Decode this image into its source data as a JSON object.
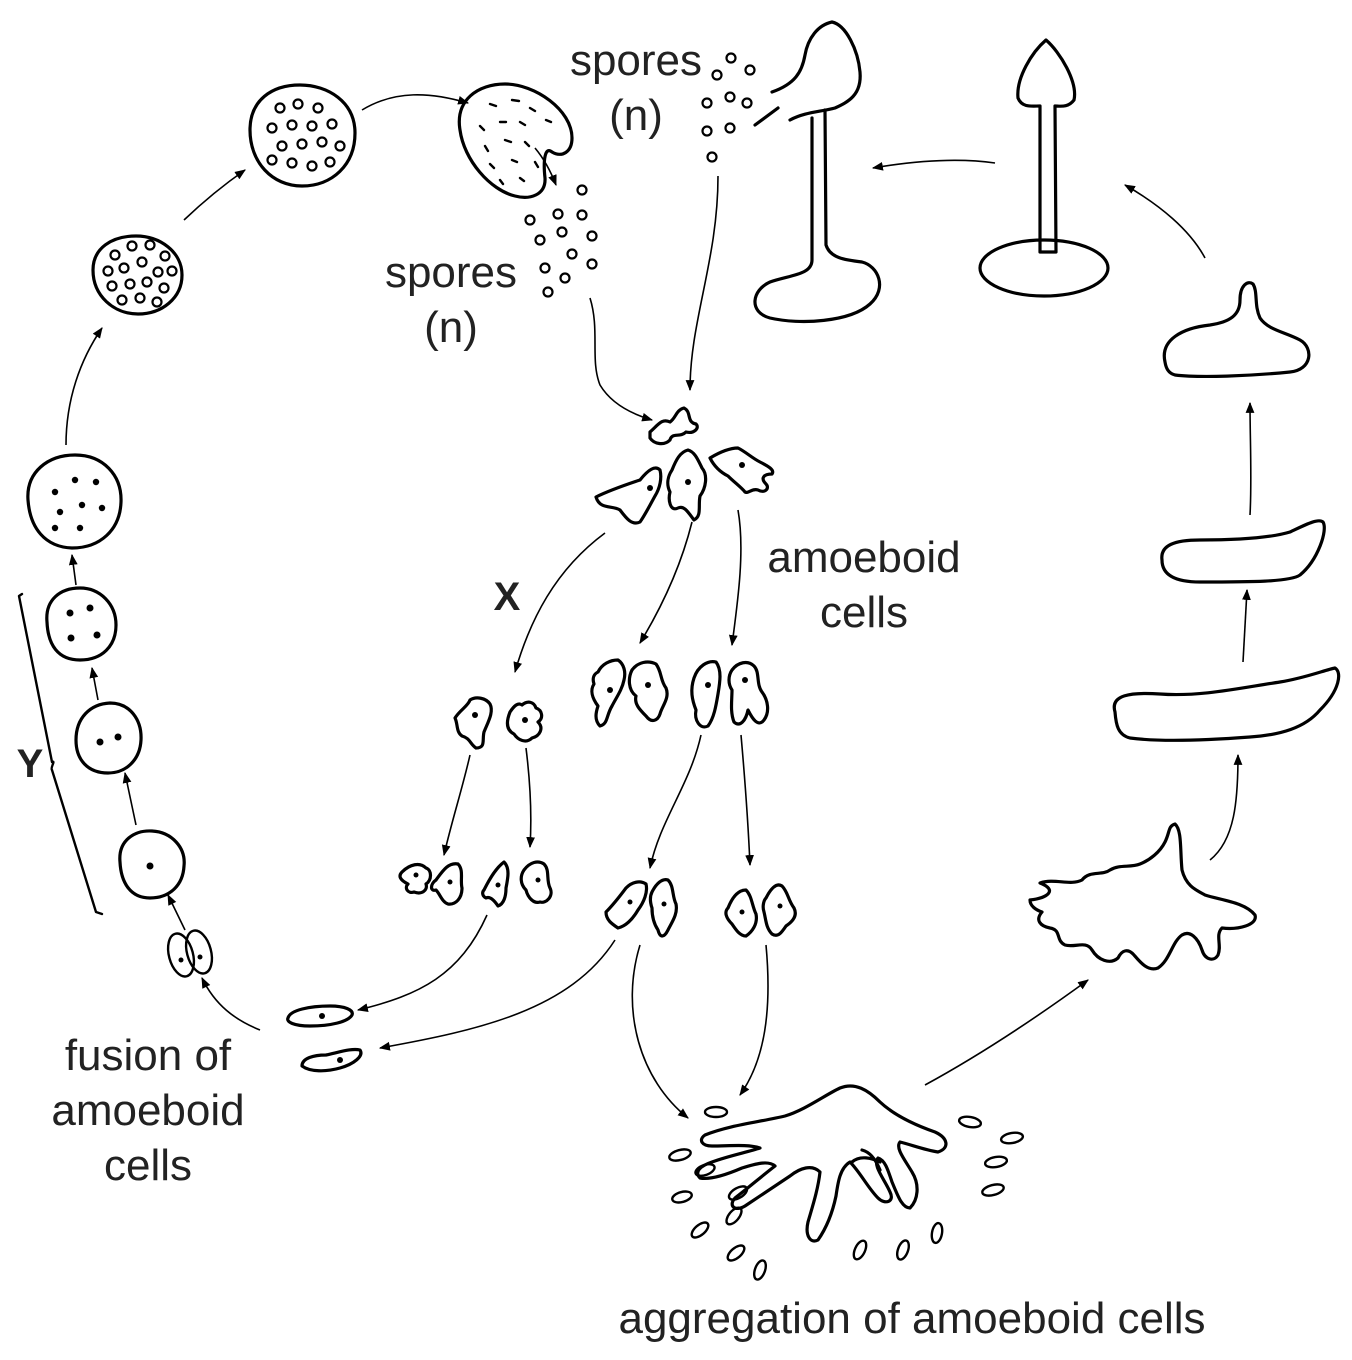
{
  "labels": {
    "spores_top": "spores",
    "spores_top_ploidy": "(n)",
    "spores_mid": "spores",
    "spores_mid_ploidy": "(n)",
    "amoeboid_line1": "amoeboid",
    "amoeboid_line2": "cells",
    "x_marker": "X",
    "y_marker": "Y",
    "fusion_line1": "fusion of",
    "fusion_line2": "amoeboid",
    "fusion_line3": "cells",
    "aggregation": "aggregation of amoeboid cells"
  },
  "colors": {
    "ink": "#000000",
    "label_text": "#222222",
    "background": "#ffffff"
  }
}
